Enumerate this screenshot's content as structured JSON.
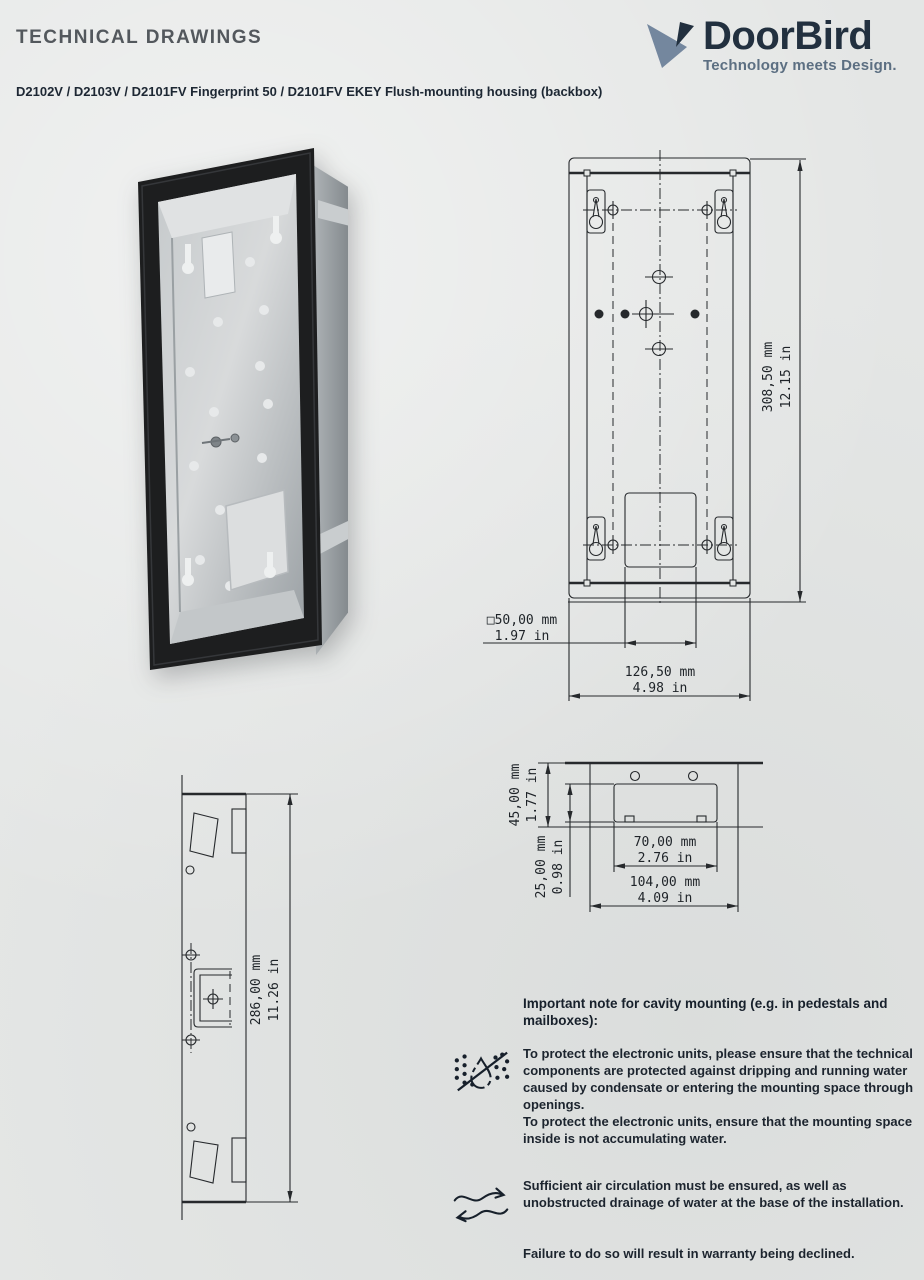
{
  "header": {
    "title": "TECHNICAL DRAWINGS",
    "logo": {
      "brand": "DoorBird",
      "tagline": "Technology meets Design."
    },
    "subtitle": "D2102V / D2103V / D2101FV Fingerprint 50 / D2101FV EKEY Flush-mounting housing (backbox)"
  },
  "front_view": {
    "height_mm": "308,50 mm",
    "height_in": "12.15 in",
    "width_mm": "126,50 mm",
    "width_in": "4.98 in",
    "cutout_mm": "□50,00 mm",
    "cutout_in": "1.97 in"
  },
  "side_view": {
    "height_mm": "286,00 mm",
    "height_in": "11.26 in"
  },
  "top_view": {
    "depth_mm": "45,00 mm",
    "depth_in": "1.77 in",
    "inner_depth_mm": "25,00 mm",
    "inner_depth_in": "0.98 in",
    "inner_width_mm": "70,00 mm",
    "inner_width_in": "2.76 in",
    "outer_width_mm": "104,00 mm",
    "outer_width_in": "4.09 in"
  },
  "notes": {
    "heading": "Important note for cavity mounting (e.g. in pedestals and mailboxes):",
    "water_note_1": "To protect the electronic units, please ensure that the technical components are protected against dripping and running water caused by condensate or entering the mounting space through openings.",
    "water_note_2": "To protect the electronic units, ensure that the mounting space inside is not accumulating water.",
    "air_note": "Sufficient air circulation must be ensured, as well as unobstructed drainage of water at the base of the installation.",
    "warranty_note": "Failure to do so will result in warranty being declined."
  },
  "icons": {
    "water": "no-dripping-water-icon",
    "air": "air-circulation-icon",
    "logo": "doorbird-bird-icon"
  },
  "colors": {
    "page_bg": "#e4e6e5",
    "brand_navy": "#22303f",
    "brand_slate": "#74879e",
    "drawing_line": "#26292c",
    "title_gray": "#53585d",
    "text_dark": "#1c242e"
  }
}
